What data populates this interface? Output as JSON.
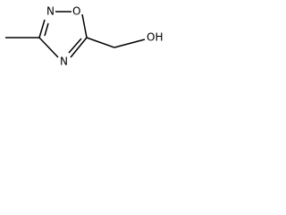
{
  "molecule": {
    "atoms": {
      "n_top": "N",
      "o_ring": "O",
      "n_bottom": "N",
      "hydroxyl": "OH"
    }
  },
  "colors": {
    "ink": "#000000",
    "background": "#ffffff"
  }
}
